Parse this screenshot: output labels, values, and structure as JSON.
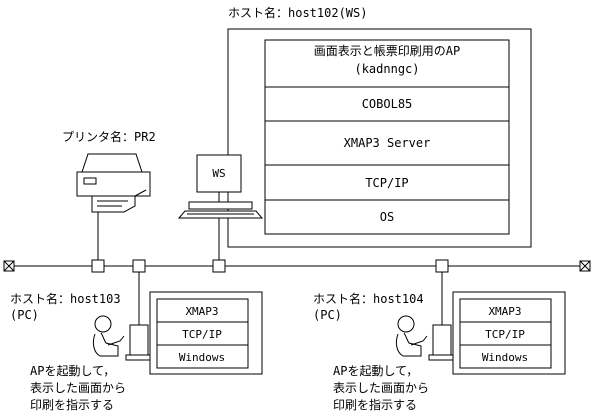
{
  "server": {
    "host_label": "ホスト名：host102(WS)",
    "stack": [
      "画面表示と帳票印刷用のAP",
      "(kadnngc)",
      "COBOL85",
      "XMAP3 Server",
      "TCP/IP",
      "OS"
    ],
    "monitor_text": "WS"
  },
  "printer": {
    "label": "プリンタ名：PR2"
  },
  "pc1": {
    "host_label": "ホスト名：host103",
    "type_label": "(PC)",
    "stack": [
      "XMAP3",
      "TCP/IP",
      "Windows"
    ],
    "note": [
      "APを起動して，",
      "表示した画面から",
      "印刷を指示する"
    ]
  },
  "pc2": {
    "host_label": "ホスト名：host104",
    "type_label": "(PC)",
    "stack": [
      "XMAP3",
      "TCP/IP",
      "Windows"
    ],
    "note": [
      "APを起動して，",
      "表示した画面から",
      "印刷を指示する"
    ]
  }
}
